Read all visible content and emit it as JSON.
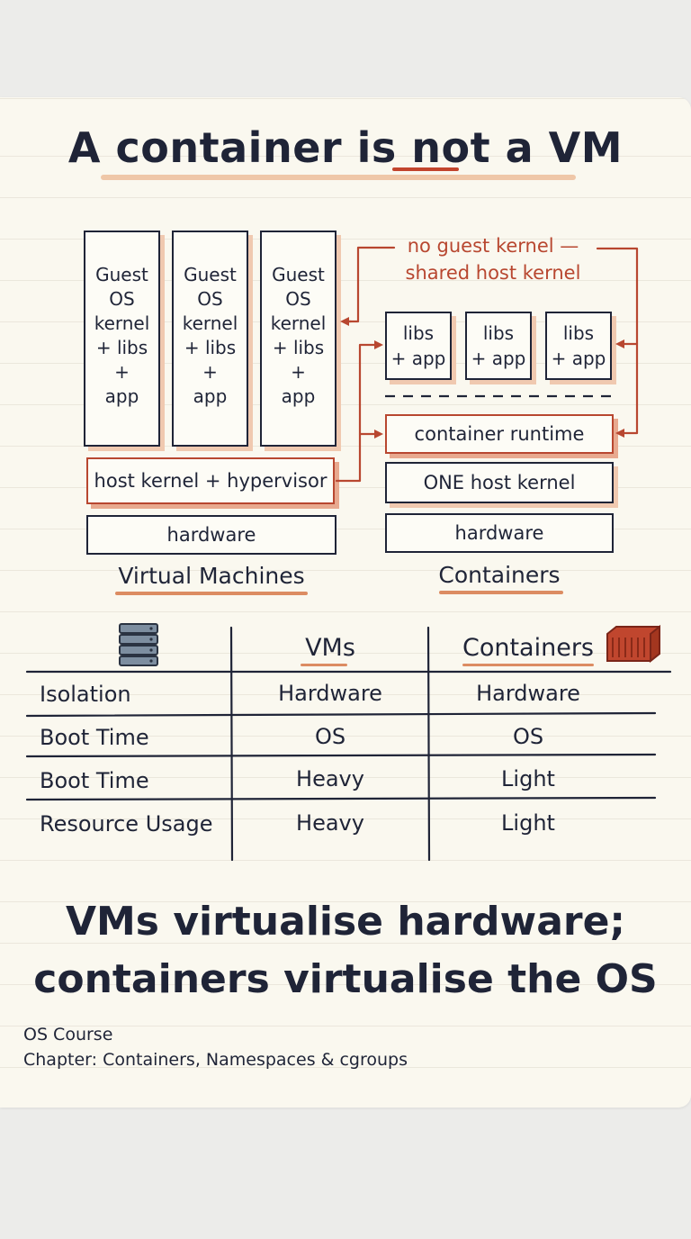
{
  "title": {
    "before": "A container is ",
    "emph": "not",
    "after": " a VM"
  },
  "vm_stack": {
    "guests": [
      {
        "lines": [
          "Guest",
          "OS",
          "kernel",
          "+ libs +",
          "app"
        ]
      },
      {
        "lines": [
          "Guest",
          "OS",
          "kernel",
          "+ libs +",
          "app"
        ]
      },
      {
        "lines": [
          "Guest",
          "OS",
          "kernel",
          "+ libs +",
          "app"
        ]
      }
    ],
    "host_kernel": "host kernel + hypervisor",
    "hardware": "hardware",
    "label": "Virtual Machines"
  },
  "container_stack": {
    "apps": [
      {
        "lines": [
          "libs",
          "+ app"
        ]
      },
      {
        "lines": [
          "libs",
          "+ app"
        ]
      },
      {
        "lines": [
          "libs",
          "+ app"
        ]
      }
    ],
    "runtime": "container runtime",
    "host_kernel": "ONE host kernel",
    "hardware": "hardware",
    "label": "Containers"
  },
  "annotation": {
    "line1": "no guest kernel —",
    "line2": "shared host kernel"
  },
  "comparison_table": {
    "headers": [
      "VMs",
      "Containers"
    ],
    "rows": [
      {
        "label": "Isolation",
        "vms": "Hardware",
        "containers": "Hardware"
      },
      {
        "label": "Boot Time",
        "vms": "OS",
        "containers": "OS"
      },
      {
        "label": "Boot Time",
        "vms": "Heavy",
        "containers": "Light"
      },
      {
        "label": "Resource Usage",
        "vms": "Heavy",
        "containers": "Light"
      }
    ],
    "icons": [
      "server-rack-icon",
      "shipping-container-icon"
    ]
  },
  "takeaway": {
    "line1": "VMs virtualise hardware;",
    "line2": "containers virtualise the OS"
  },
  "footer": {
    "course": "OS Course",
    "chapter": "Chapter: Containers, Namespaces & cgroups"
  },
  "colors": {
    "ink": "#1f2437",
    "accent_red": "#b84730",
    "highlight_peach": "#f0c9b0",
    "paper": "#faf8ef"
  }
}
